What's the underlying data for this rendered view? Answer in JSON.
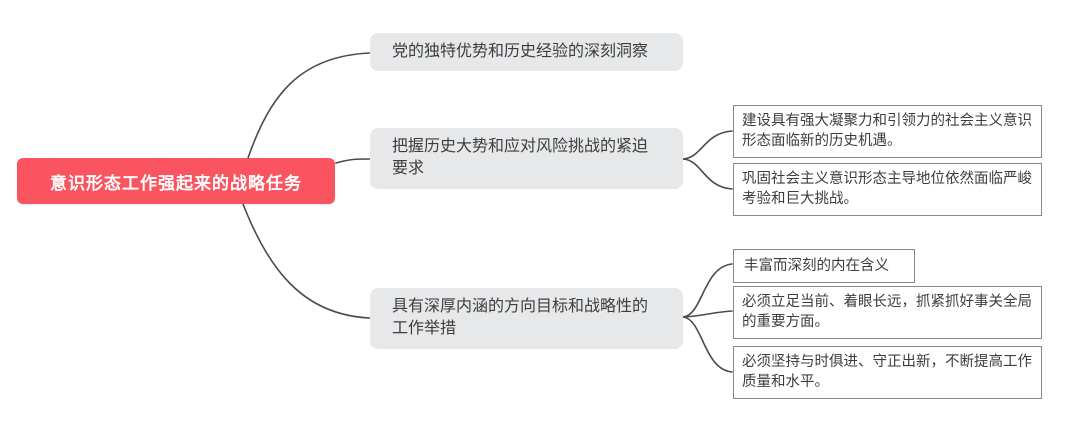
{
  "root": {
    "label": "意识形态工作强起来的战略任务"
  },
  "branches": [
    {
      "label": "党的独特优势和历史经验的深刻洞察",
      "children": []
    },
    {
      "label": "把握历史大势和应对风险挑战的紧迫要求",
      "children": [
        "建设具有强大凝聚力和引领力的社会主义意识形态面临新的历史机遇。",
        "巩固社会主义意识形态主导地位依然面临严峻考验和巨大挑战。"
      ]
    },
    {
      "label": "具有深厚内涵的方向目标和战略性的工作举措",
      "children": [
        "丰富而深刻的内在含义",
        "必须立足当前、着眼长远，抓紧抓好事关全局的重要方面。",
        "必须坚持与时俱进、守正出新，不断提高工作质量和水平。"
      ]
    }
  ],
  "colors": {
    "root_bg": "#f9545f",
    "root_text": "#ffffff",
    "branch_bg": "#e6e8ea",
    "branch_text": "#3d3d3d",
    "leaf_bg": "#ffffff",
    "leaf_border": "#8a8a8a",
    "leaf_text": "#3d3d3d",
    "connector": "#4b4b4b",
    "background": "#ffffff"
  }
}
